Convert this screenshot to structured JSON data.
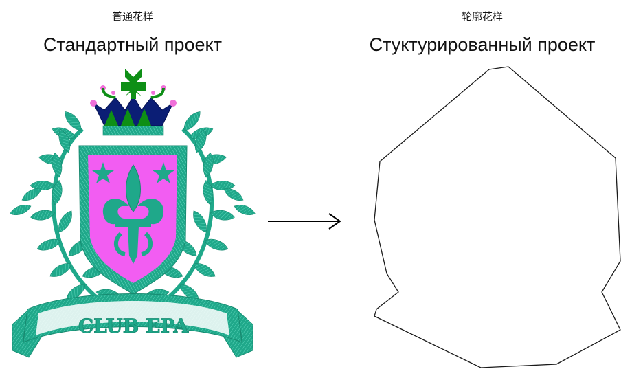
{
  "left": {
    "caption_cn": "普通花样",
    "caption_ru": "Стандартный проект",
    "banner_text": "CLUB EPA",
    "colors": {
      "teal": "#1fa88a",
      "teal_light": "#3cc3a6",
      "magenta": "#f25df2",
      "navy": "#0b1e75",
      "green": "#0e8f16",
      "pink": "#f070d9"
    },
    "icon": "embroidered-crest-image"
  },
  "right": {
    "caption_cn": "轮廓花样",
    "caption_ru": "Стуктурированный проект",
    "icon": "crest-outline-image",
    "outline_color": "#1a1a1a"
  },
  "arrow": {
    "icon": "right-arrow-icon"
  }
}
